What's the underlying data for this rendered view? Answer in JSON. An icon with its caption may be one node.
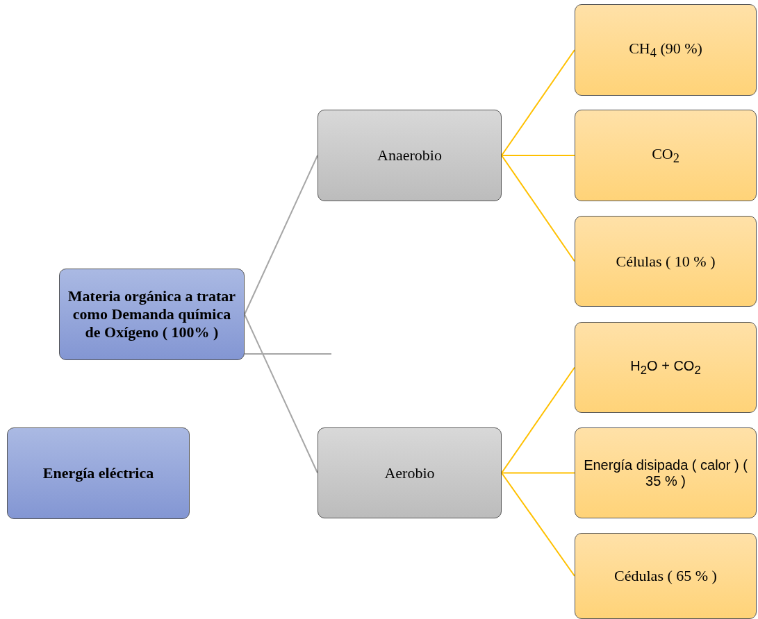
{
  "diagram": {
    "nodes": [
      {
        "text": [
          "Materia orgánica a tratar como Demanda química de Oxígeno ( 100% )"
        ]
      },
      {
        "text": [
          "Anaerobio"
        ]
      },
      {
        "text": [
          "CH$_{4}$ (90 %)"
        ]
      },
      {
        "text": [
          "CO$_{2}$"
        ]
      },
      {
        "text": [
          "Células ( 10 % )"
        ]
      },
      {
        "text": [
          "Aerobio"
        ]
      },
      {
        "text": [
          "H$_{2}$O + CO$_{2}$"
        ]
      },
      {
        "text": [
          "Energía disipada ( calor ) ( 35 % )"
        ]
      },
      {
        "text": [
          "Cédulas ( 65 % )"
        ]
      },
      {
        "text": [
          "Energía eléctrica"
        ]
      }
    ],
    "edges": [
      {
        "from": 0,
        "to": 1,
        "arrow": "none",
        "color": "#a6a6a6"
      },
      {
        "from": 0,
        "to": 5,
        "arrow": "none",
        "color": "#a6a6a6"
      },
      {
        "from": 0,
        "to": null,
        "arrow": "none",
        "color": "#a6a6a6"
      },
      {
        "from": 1,
        "to": 2,
        "arrow": "none"
      },
      {
        "from": 1,
        "to": 3,
        "arrow": "none"
      },
      {
        "from": 1,
        "to": 4,
        "arrow": "none"
      },
      {
        "from": 5,
        "to": 6,
        "arrow": "none"
      },
      {
        "from": 5,
        "to": 7,
        "arrow": "none"
      },
      {
        "from": 5,
        "to": 8,
        "arrow": "none"
      }
    ]
  }
}
